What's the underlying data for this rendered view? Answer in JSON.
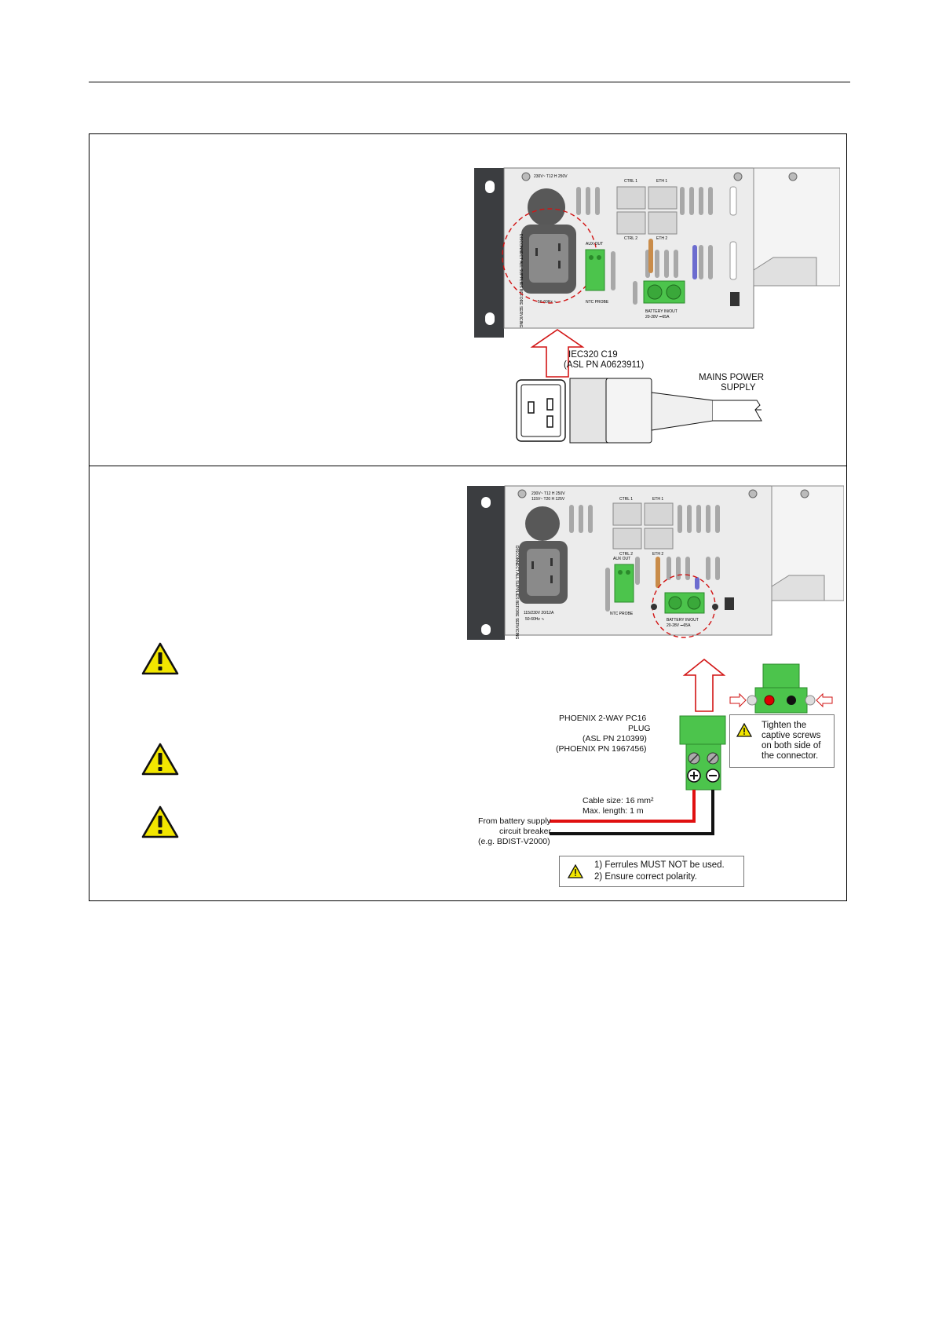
{
  "panel1": {
    "device_labels": {
      "fuse": "230V~ T12 H 250V",
      "ctrl1": "CTRL 1",
      "eth1": "ETH 1",
      "ctrl2": "CTRL 2",
      "eth2": "ETH 2",
      "aux_out": "AUX OUT",
      "ntc_probe": "NTC PROBE",
      "battery": "BATTERY IN/OUT",
      "battery_rating": "20-28V ⎓65A",
      "freq": "50-60Hz ∿",
      "disconnect": "DISCONNECT ALL SUPPLIES BEFORE SERVICING"
    },
    "connector_name": "IEC320 C19",
    "connector_pn": "(ASL PN A0623911)",
    "mains_label_1": "MAINS POWER",
    "mains_label_2": "SUPPLY"
  },
  "panel2": {
    "device_labels": {
      "fuse1": "230V~ T12 H 250V",
      "fuse2": "115V~ T20 H 125V",
      "ctrl1": "CTRL 1",
      "eth1": "ETH 1",
      "ctrl2": "CTRL 2",
      "eth2": "ETH 2",
      "aux_out": "AUX OUT",
      "ntc_probe": "NTC PROBE",
      "battery": "BATTERY IN/OUT",
      "battery_rating": "20-28V ⎓65A",
      "input_rating": "115/230V 20/12A",
      "freq": "50-60Hz ∿",
      "disconnect": "DISCONNECT ALL SUPPLIES BEFORE SERVICING"
    },
    "plug_lines": [
      "PHOENIX 2-WAY PC16",
      "PLUG",
      "(ASL PN 210399)",
      "(PHOENIX PN 1967456)"
    ],
    "cable_size": "Cable size: 16 mm²",
    "cable_length": "Max. length: 1 m",
    "source_lines": [
      "From battery supply",
      "circuit breaker",
      "(e.g. BDIST-V2000)"
    ],
    "screw_note_lines": [
      "Tighten the",
      "captive screws",
      "on both side of",
      "the connector."
    ],
    "ferrule_notes": [
      "1)   Ferrules MUST NOT be used.",
      "2)   Ensure correct polarity."
    ]
  },
  "colors": {
    "green": "#4cc44c",
    "red_dash": "#d21414",
    "warning_yellow": "#f2e600",
    "cable_red": "#e01010",
    "cable_black": "#111111"
  }
}
